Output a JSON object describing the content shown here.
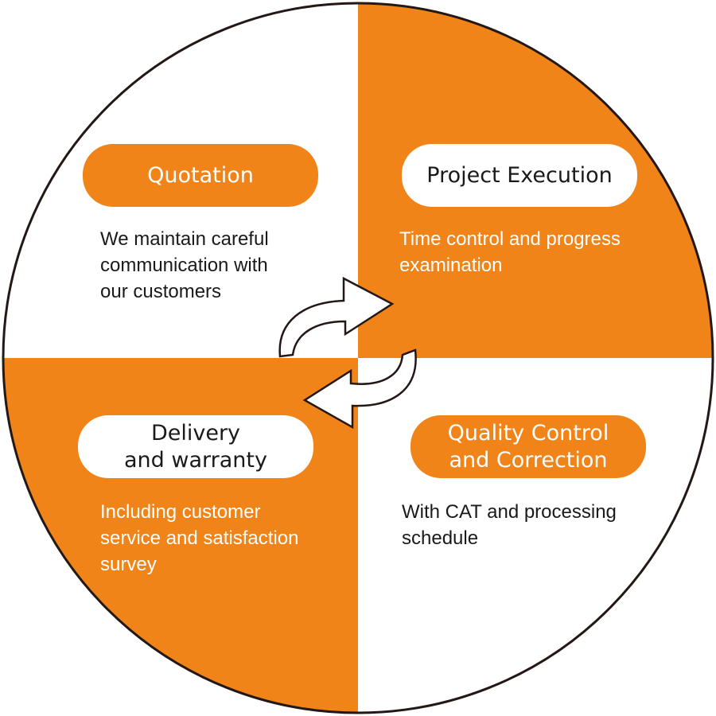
{
  "colors": {
    "accent": "#F08418",
    "outline": "#231815",
    "background": "#FFFFFF",
    "text_dark": "#1A1A1A",
    "text_light": "#FFFFFF"
  },
  "steps": [
    {
      "title": "Quotation",
      "description": "We maintain careful\ncommunication with\nour customers"
    },
    {
      "title": "Project Execution",
      "description": "Time control and progress\nexamination"
    },
    {
      "title_line1": "Quality Control",
      "title_line2": "and Correction",
      "description": "With CAT and processing\nschedule"
    },
    {
      "title_line1": "Delivery",
      "title_line2": "and warranty",
      "description": "Including customer\nservice and satisfaction\nsurvey"
    }
  ],
  "arrows": [
    {
      "icon": "curved-arrow-right-icon"
    },
    {
      "icon": "curved-arrow-left-icon"
    }
  ]
}
